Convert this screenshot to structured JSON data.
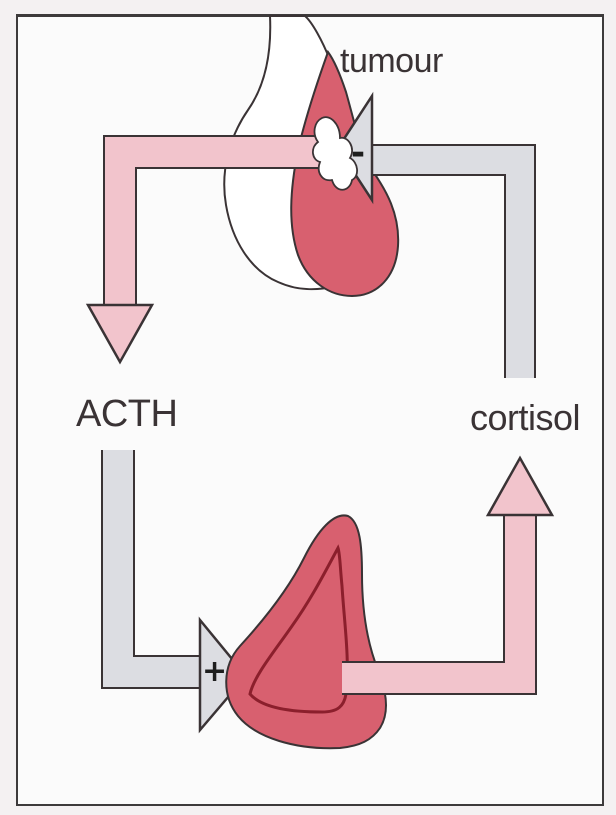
{
  "labels": {
    "tumour": "tumour",
    "acth": "ACTH",
    "cortisol": "cortisol",
    "inhibition_sign": "-",
    "stimulation_sign": "+"
  },
  "colors": {
    "pink_arrow": "#f2c4cc",
    "grey_arrow": "#dcdde2",
    "gland_red": "#d8606f",
    "gland_dark": "#9c2a37",
    "outline": "#3a3335"
  }
}
